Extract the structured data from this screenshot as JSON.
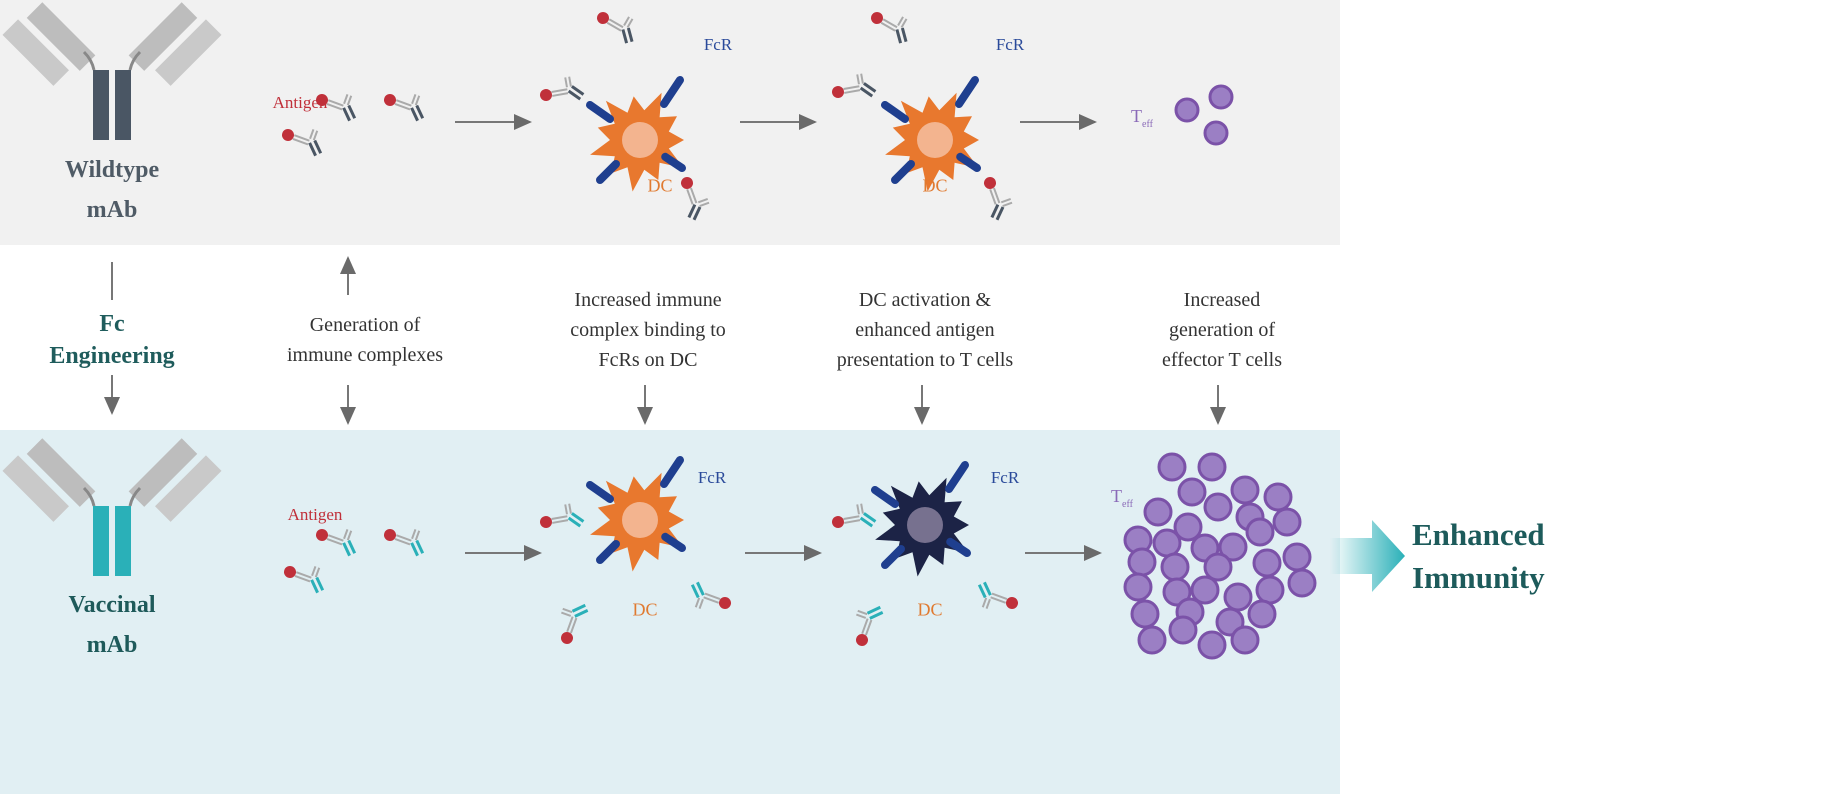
{
  "colors": {
    "antigen": "#c0303a",
    "wildtype_fc": "#4a5664",
    "vaccinal_fc": "#2ab0b8",
    "dc": "#e8782e",
    "dc_activated": "#1c2346",
    "fcr": "#1f3f8f",
    "tcell": "#9b7fc4",
    "title": "#1d5b5b"
  },
  "wildtype": {
    "line1": "Wildtype",
    "line2": "mAb"
  },
  "vaccinal": {
    "line1": "Vaccinal",
    "line2": "mAb"
  },
  "engineering": {
    "line1": "Fc",
    "line2": "Engineering"
  },
  "labels": {
    "antigen": "Antigen",
    "fcr": "FcR",
    "dc": "DC",
    "teff_main": "T",
    "teff_sub": "eff"
  },
  "steps": [
    {
      "l1": "Generation of",
      "l2": "immune complexes",
      "l3": ""
    },
    {
      "l1": "Increased immune",
      "l2": "complex binding to",
      "l3": "FcRs on DC"
    },
    {
      "l1": "DC activation &",
      "l2": "enhanced antigen",
      "l3": "presentation to T cells"
    },
    {
      "l1": "Increased",
      "l2": "generation of",
      "l3": "effector T cells"
    }
  ],
  "outcome": {
    "line1": "Enhanced",
    "line2": "Immunity"
  }
}
